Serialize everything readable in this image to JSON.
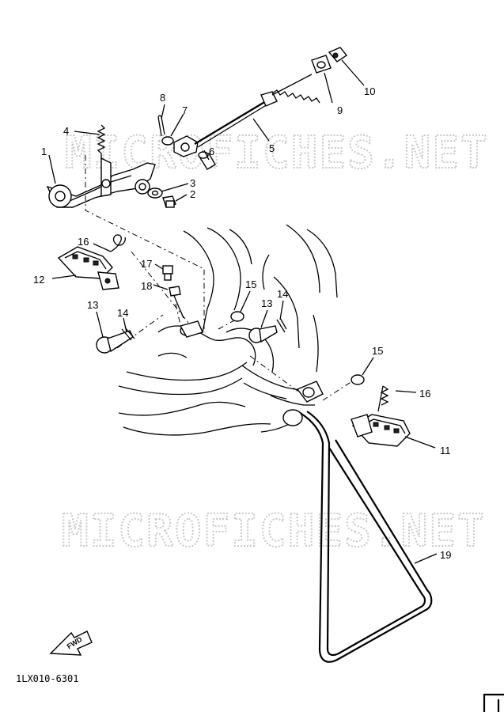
{
  "watermark": "MICROFICHES.NET",
  "diagram_code": "1LX010-6301",
  "fwd_label": "FWD",
  "callouts": [
    "1",
    "2",
    "3",
    "4",
    "5",
    "6",
    "7",
    "8",
    "9",
    "10",
    "11",
    "12",
    "13",
    "13",
    "14",
    "14",
    "15",
    "15",
    "16",
    "16",
    "17",
    "18",
    "19"
  ]
}
